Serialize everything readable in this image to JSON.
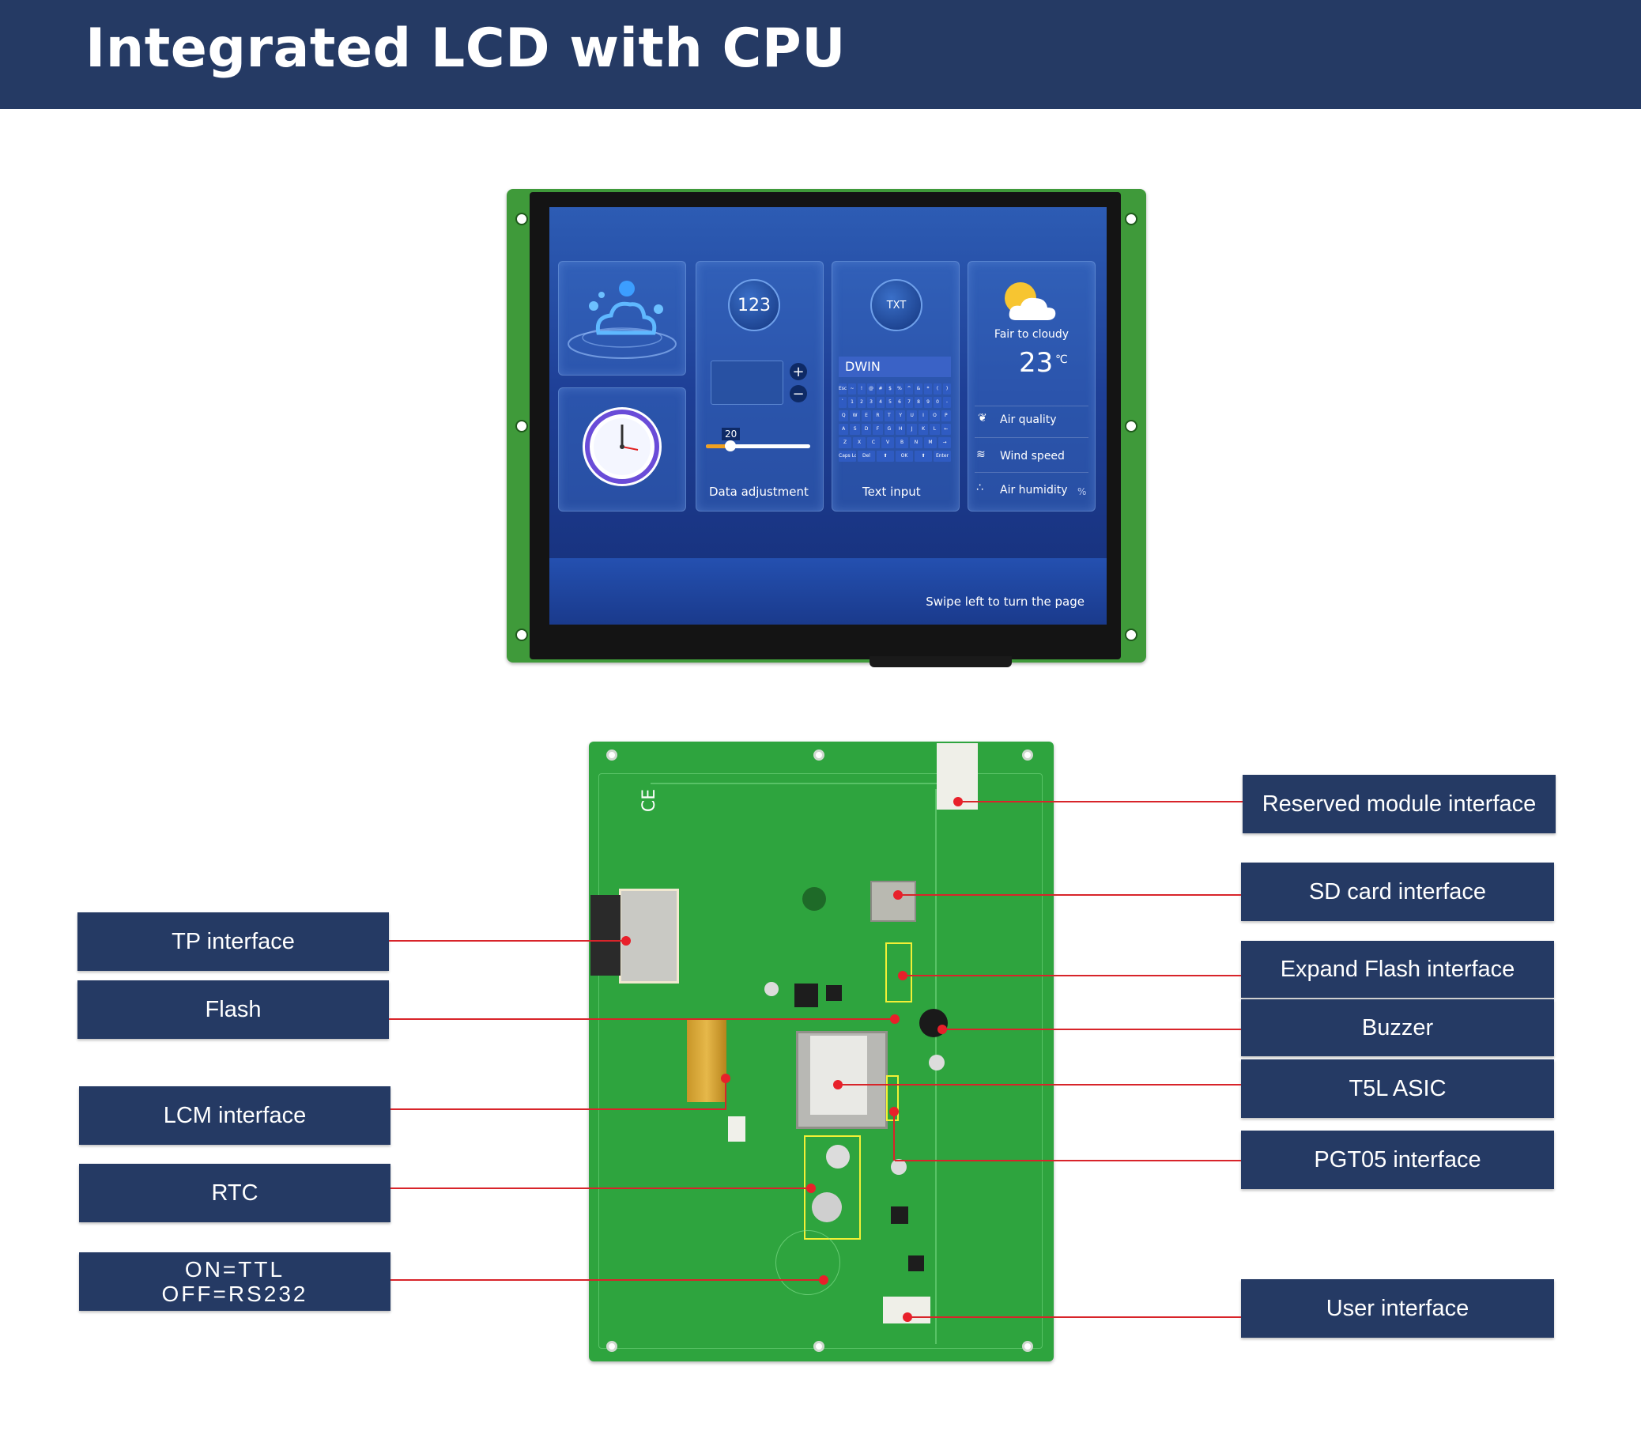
{
  "header": {
    "title": "Integrated LCD with CPU",
    "background": "#253a64"
  },
  "lcd_screen": {
    "cards": {
      "data_adjustment": {
        "icon_text": "123",
        "slider_value": "20",
        "label": "Data adjustment"
      },
      "text_input": {
        "icon_text": "TXT",
        "input_value": "DWIN",
        "label": "Text input",
        "keyboard_rows": [
          [
            "Esc",
            "~",
            "!",
            "@",
            "#",
            "$",
            "%",
            "^",
            "&",
            "*",
            "(",
            ")"
          ],
          [
            "`",
            "1",
            "2",
            "3",
            "4",
            "5",
            "6",
            "7",
            "8",
            "9",
            "0",
            "-"
          ],
          [
            "Q",
            "W",
            "E",
            "R",
            "T",
            "Y",
            "U",
            "I",
            "O",
            "P"
          ],
          [
            "A",
            "S",
            "D",
            "F",
            "G",
            "H",
            "J",
            "K",
            "L",
            "←"
          ],
          [
            "Z",
            "X",
            "C",
            "V",
            "B",
            "N",
            "M",
            "→"
          ],
          [
            "Caps Lock",
            "Del",
            "⬆",
            "OK",
            "⬆",
            "Enter"
          ]
        ]
      },
      "weather": {
        "condition": "Fair to cloudy",
        "temperature": "23",
        "unit": "℃",
        "items": [
          {
            "icon": "leaf-icon",
            "label": "Air quality"
          },
          {
            "icon": "wind-icon",
            "label": "Wind speed"
          },
          {
            "icon": "humidity-icon",
            "label": "Air humidity",
            "suffix": "%"
          }
        ]
      }
    },
    "footer_text": "Swipe left to turn the page"
  },
  "callouts": {
    "left": [
      {
        "id": "tp",
        "text": "TP interface"
      },
      {
        "id": "flash",
        "text": "Flash"
      },
      {
        "id": "lcm",
        "text": "LCM interface"
      },
      {
        "id": "rtc",
        "text": "RTC"
      },
      {
        "id": "ttl",
        "line1": "ON=TTL",
        "line2": "OFF=RS232"
      }
    ],
    "right": [
      {
        "id": "reserved",
        "text": "Reserved module interface"
      },
      {
        "id": "sd",
        "text": "SD card interface"
      },
      {
        "id": "expand",
        "text": "Expand Flash interface"
      },
      {
        "id": "buzzer",
        "text": "Buzzer"
      },
      {
        "id": "asic",
        "text": "T5L ASIC"
      },
      {
        "id": "pgt",
        "text": "PGT05 interface"
      },
      {
        "id": "user",
        "text": "User interface"
      }
    ]
  },
  "colors": {
    "callout_bg": "#253a64",
    "callout_line": "#d8242a",
    "pcb": "#2ea43e",
    "screen": "#1e3f96"
  }
}
